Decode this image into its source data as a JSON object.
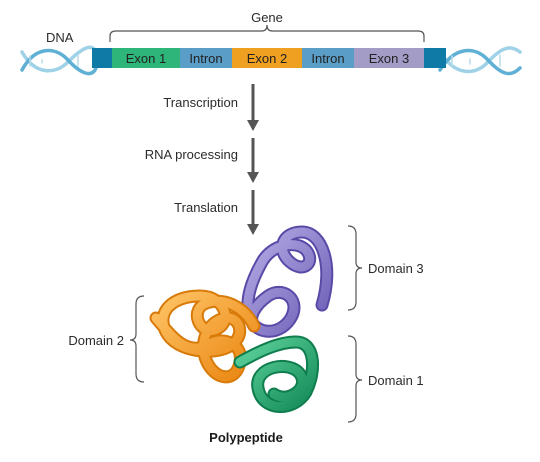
{
  "labels": {
    "dna": "DNA",
    "gene": "Gene",
    "transcription": "Transcription",
    "rna_processing": "RNA processing",
    "translation": "Translation",
    "polypeptide": "Polypeptide",
    "domain1": "Domain 1",
    "domain2": "Domain 2",
    "domain3": "Domain 3"
  },
  "gene_segments": [
    {
      "label": "Exon 1",
      "color": "#2db57a"
    },
    {
      "label": "Intron",
      "color": "#5a9dc6"
    },
    {
      "label": "Exon 2",
      "color": "#f0a020"
    },
    {
      "label": "Intron",
      "color": "#5a9dc6"
    },
    {
      "label": "Exon 3",
      "color": "#a29cc6"
    }
  ],
  "colors": {
    "dna_end": "#0e7aa5",
    "helix": "#7ec1da",
    "arrow": "#555555",
    "bracket": "#555555",
    "domain1": "#22a06b",
    "domain2": "#f09a23",
    "domain3": "#8c7dc8"
  }
}
